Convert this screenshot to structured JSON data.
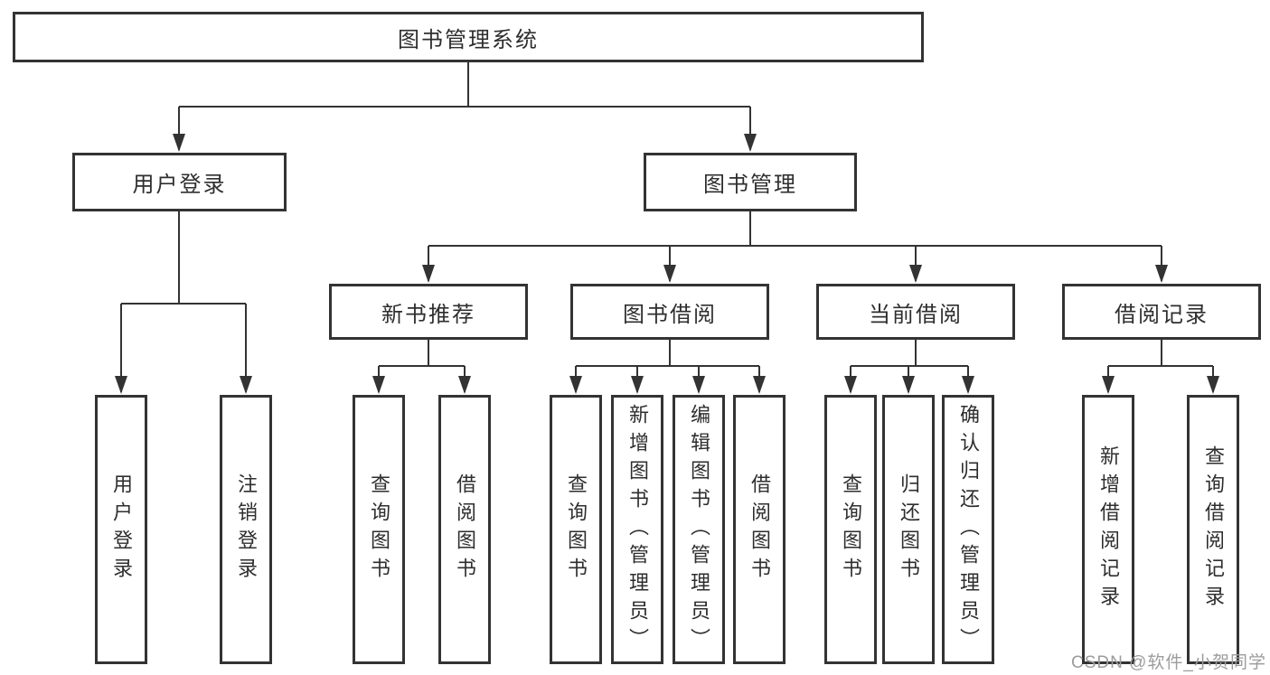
{
  "diagram": {
    "root": "图书管理系统",
    "user_login": {
      "label": "用户登录",
      "children": [
        "用户登录",
        "注销登录"
      ]
    },
    "book_mgmt": {
      "label": "图书管理",
      "groups": [
        {
          "label": "新书推荐",
          "children": [
            "查询图书",
            "借阅图书"
          ]
        },
        {
          "label": "图书借阅",
          "children": [
            "查询图书",
            "新增图书（管理员）",
            "编辑图书（管理员）",
            "借阅图书"
          ]
        },
        {
          "label": "当前借阅",
          "children": [
            "查询图书",
            "归还图书",
            "确认归还（管理员）"
          ]
        },
        {
          "label": "借阅记录",
          "children": [
            "新增借阅记录",
            "查询借阅记录"
          ]
        }
      ]
    },
    "colors": {
      "line": "#333333",
      "text": "#2e2e2e",
      "watermark": "#9c9c9c"
    }
  },
  "watermark": "CSDN @软件_小贺同学"
}
